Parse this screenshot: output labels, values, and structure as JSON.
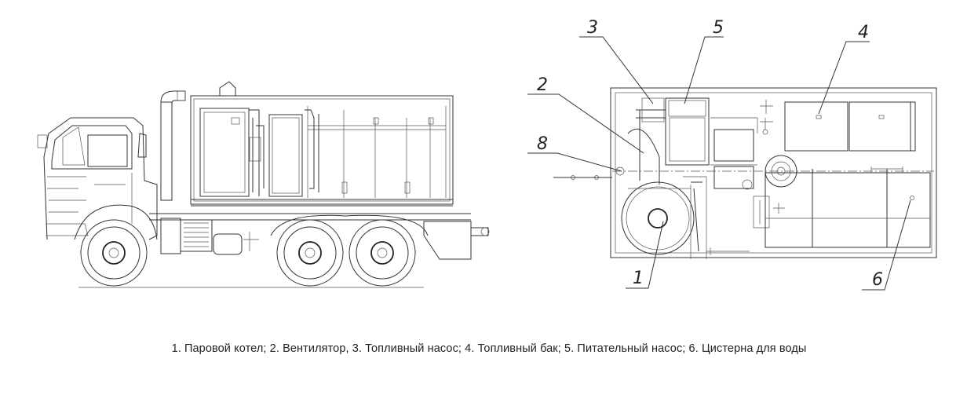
{
  "caption": "1. Паровой котел; 2. Вентилятор, 3. Топливный насос; 4. Топливный бак; 5. Питательный насос; 6. Цистерна для воды",
  "callouts": [
    {
      "key": "c1",
      "label": "1"
    },
    {
      "key": "c2",
      "label": "2"
    },
    {
      "key": "c3",
      "label": "3"
    },
    {
      "key": "c4",
      "label": "4"
    },
    {
      "key": "c5",
      "label": "5"
    },
    {
      "key": "c6",
      "label": "6"
    },
    {
      "key": "c8",
      "label": "8"
    }
  ]
}
